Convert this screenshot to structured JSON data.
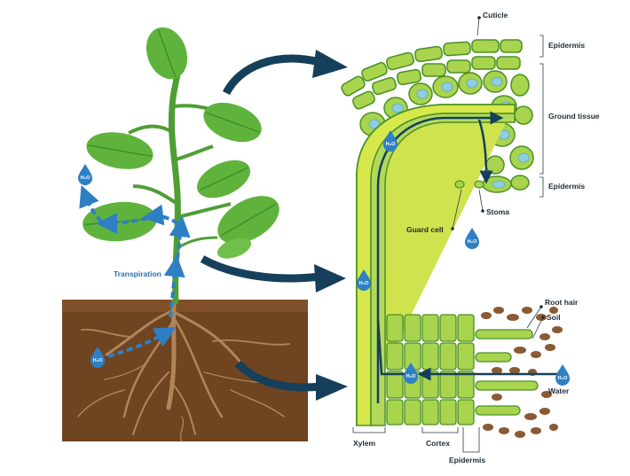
{
  "diagram": {
    "labels": {
      "cuticle": "Cuticle",
      "epidermis_top": "Epidermis",
      "ground_tissue": "Ground tissue",
      "epidermis_leaf": "Epidermis",
      "guard_cell": "Guard cell",
      "stoma": "Stoma",
      "root_hair": "Root hair",
      "soil": "Soil",
      "water": "Water",
      "xylem": "Xylem",
      "cortex": "Cortex",
      "epidermis_root": "Epidermis",
      "transpiration": "Transpiration"
    },
    "droplet_text": "H₂O",
    "colors": {
      "leaf_dark": "#3f9a2e",
      "leaf_light": "#7cc24a",
      "stem": "#4f9e34",
      "soil": "#7a4a24",
      "root": "#a87a4a",
      "arrow": "#163f5c",
      "water_arrow": "#2f7fc4",
      "cell_fill": "#b7dc6a",
      "cell_nucleus": "#7cc7de",
      "xylem_fill": "#d8e84a",
      "pebble": "#8a5a34"
    }
  }
}
